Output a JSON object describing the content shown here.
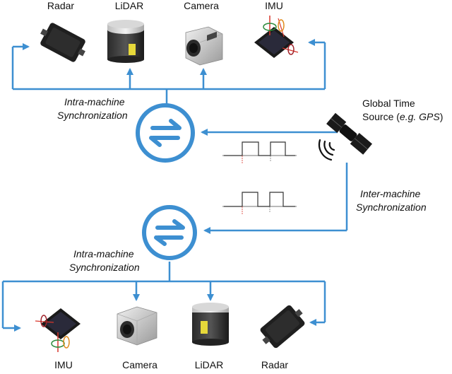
{
  "colors": {
    "line": "#3d8fd1",
    "icon": "#2f7fc6",
    "sensor_dark": "#1e1e1e",
    "lidar_yellow": "#e6d83a",
    "plot_red": "#d9362b"
  },
  "top_sensors": [
    "Radar",
    "LiDAR",
    "Camera",
    "IMU"
  ],
  "bottom_sensors": [
    "IMU",
    "Camera",
    "LiDAR",
    "Radar"
  ],
  "intra_top": {
    "line1": "Intra-machine",
    "line2": "Synchronization"
  },
  "intra_bottom": {
    "line1": "Intra-machine",
    "line2": "Synchronization"
  },
  "inter": {
    "line1": "Inter-machine",
    "line2": "Synchronization"
  },
  "gps": {
    "line1": "Global Time",
    "line2_prefix": "Source (",
    "line2_eg": "e.g.",
    "line2_mid": " ",
    "line2_gps": "GPS",
    "line2_suffix": ")"
  },
  "icons": {
    "sync_top": "sync-arrows-icon",
    "sync_bottom": "sync-arrows-icon",
    "satellite": "satellite-icon"
  }
}
